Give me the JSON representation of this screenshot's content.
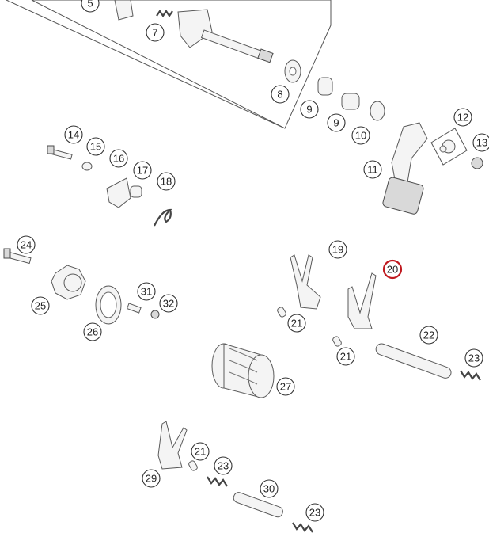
{
  "callouts": {
    "c5": "5",
    "c7": "7",
    "c8": "8",
    "c9a": "9",
    "c9b": "9",
    "c10": "10",
    "c11": "11",
    "c12": "12",
    "c13": "13",
    "c14": "14",
    "c15": "15",
    "c16": "16",
    "c17": "17",
    "c18": "18",
    "c19": "19",
    "c20": "20",
    "c21a": "21",
    "c21b": "21",
    "c21c": "21",
    "c22": "22",
    "c23a": "23",
    "c23b": "23",
    "c23c": "23",
    "c24": "24",
    "c25": "25",
    "c26": "26",
    "c27": "27",
    "c29": "29",
    "c30": "30",
    "c31": "31",
    "c32": "32"
  },
  "selected_callout": "20",
  "colors": {
    "selected": "#c0191f",
    "outline": "#333333"
  }
}
